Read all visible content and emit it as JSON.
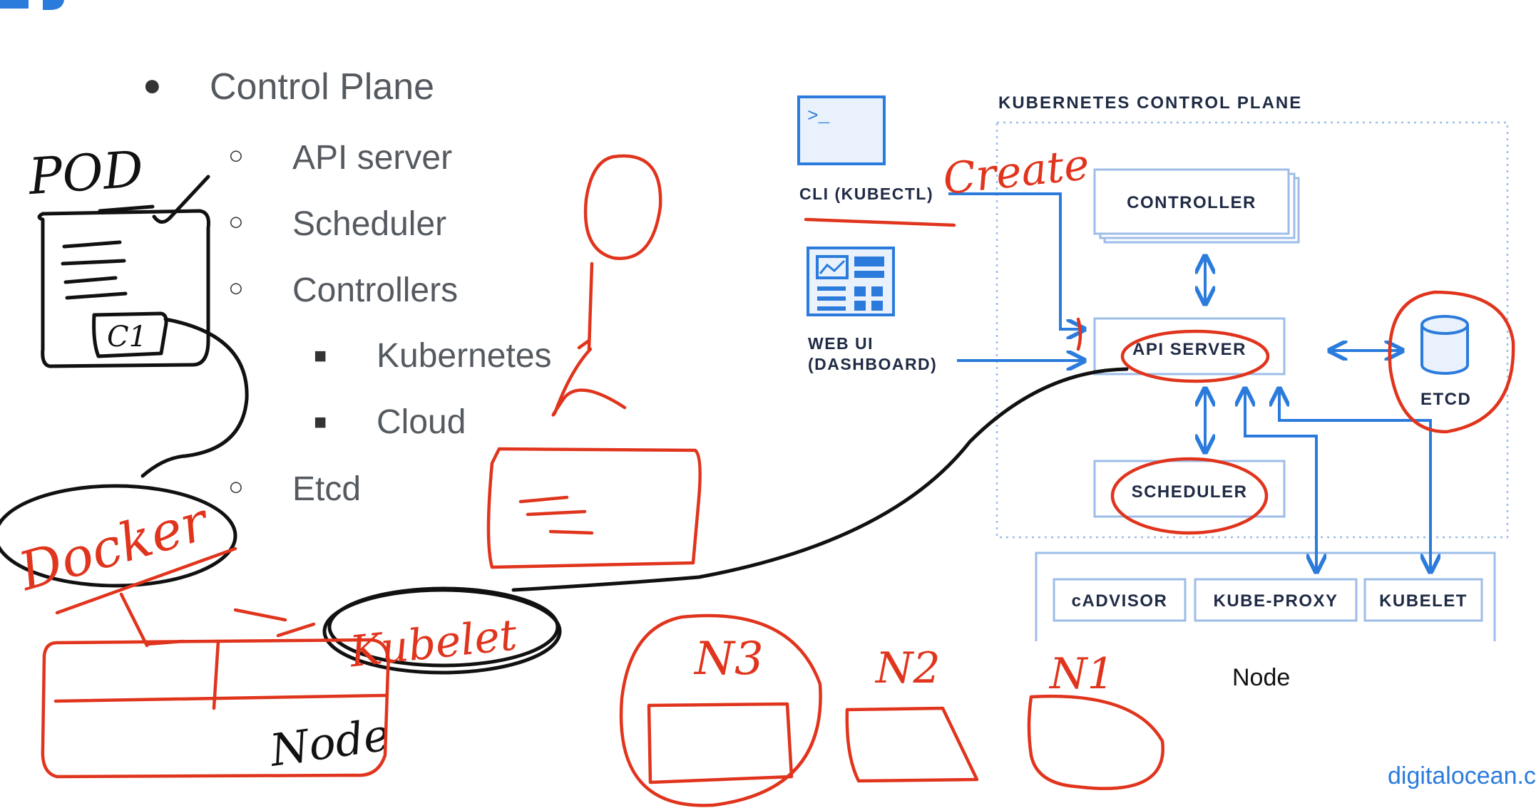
{
  "slide": {
    "outline": {
      "level1": {
        "label": "Control Plane"
      },
      "level2": [
        {
          "label": "API server"
        },
        {
          "label": "Scheduler"
        },
        {
          "label": "Controllers"
        }
      ],
      "level3": [
        {
          "label": "Kubernetes"
        },
        {
          "label": "Cloud"
        }
      ],
      "level2_last": {
        "label": "Etcd"
      }
    },
    "diagram": {
      "title": "KUBERNETES CONTROL PLANE",
      "cli_label": "CLI (KUBECTL)",
      "web_ui_label_1": "WEB UI",
      "web_ui_label_2": "(DASHBOARD)",
      "controller": "CONTROLLER",
      "api_server": "API SERVER",
      "scheduler": "SCHEDULER",
      "etcd": "ETCD",
      "cadvisor": "cADVISOR",
      "kube_proxy": "KUBE-PROXY",
      "kubelet": "KUBELET",
      "node_label": "Node",
      "cli_prompt": ">_"
    },
    "annotations": {
      "pod": "POD",
      "c1": "C1",
      "docker": "Docker",
      "kubelet": "Kubelet",
      "node": "Node",
      "create": "Create",
      "n3": "N3",
      "n2": "N2",
      "n1": "N1"
    },
    "brand": "digitalocean.c"
  },
  "colors": {
    "accent_blue": "#2b7bdc",
    "box_border": "#9dbde8",
    "ink_red": "#e0341d",
    "ink_black": "#111111",
    "text_gray": "#555a60"
  },
  "icons": {
    "cli": "terminal-icon",
    "web_ui": "dashboard-icon",
    "etcd": "database-cylinder-icon"
  }
}
